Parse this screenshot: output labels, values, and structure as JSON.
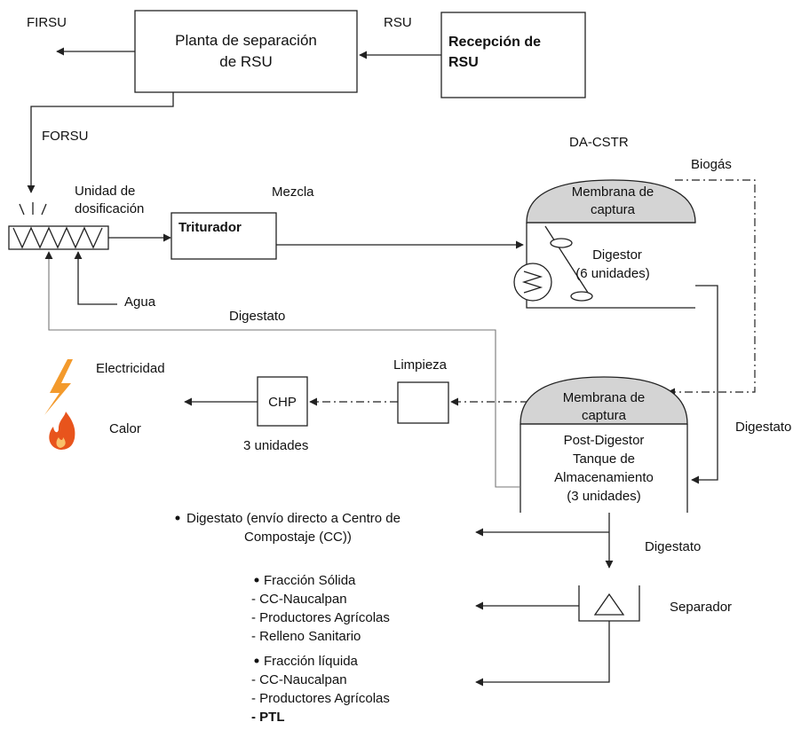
{
  "colors": {
    "line": "#222222",
    "dome": "#d4d4d4",
    "bolt": "#f39a2c",
    "flame": "#e8541c"
  },
  "icons": [
    "lightning-icon",
    "flame-icon",
    "mixer-screw-icon",
    "heater-coil-icon",
    "agitator-icon",
    "settler-icon"
  ],
  "top": {
    "firsu": "FIRSU",
    "rsu": "RSU",
    "planta_line1": "Planta de separación",
    "planta_line2": "de RSU",
    "recepcion_line1": "Recepción de",
    "recepcion_line2": "RSU",
    "forsu": "FORSU"
  },
  "feed": {
    "unidad_line1": "Unidad de",
    "unidad_line2": "dosificación",
    "triturador": "Triturador",
    "mezcla": "Mezcla",
    "agua": "Agua",
    "digestato": "Digestato"
  },
  "digestor": {
    "title": "DA-CSTR",
    "biogas": "Biogás",
    "membrana_line1": "Membrana de",
    "membrana_line2": "captura",
    "name": "Digestor",
    "units": "(6 unidades)"
  },
  "energy": {
    "electricidad": "Electricidad",
    "calor": "Calor",
    "chp": "CHP",
    "chp_units": "3 unidades",
    "limpieza": "Limpieza"
  },
  "post": {
    "membrana_line1": "Membrana de",
    "membrana_line2": "captura",
    "line1": "Post-Digestor",
    "line2": "Tanque de",
    "line3": "Almacenamiento",
    "line4": "(3 unidades)",
    "digestato_side": "Digestato",
    "digestato_below": "Digestato",
    "separador": "Separador"
  },
  "outputs": {
    "direct_line1": "Digestato (envío directo a Centro de",
    "direct_line2": "Compostaje (CC))",
    "solid_title": "Fracción Sólida",
    "solid_items": [
      "- CC-Naucalpan",
      "- Productores Agrícolas",
      "- Relleno Sanitario"
    ],
    "liquid_title": "Fracción líquida",
    "liquid_items": [
      "- CC-Naucalpan",
      "- Productores Agrícolas",
      "- PTL"
    ]
  }
}
